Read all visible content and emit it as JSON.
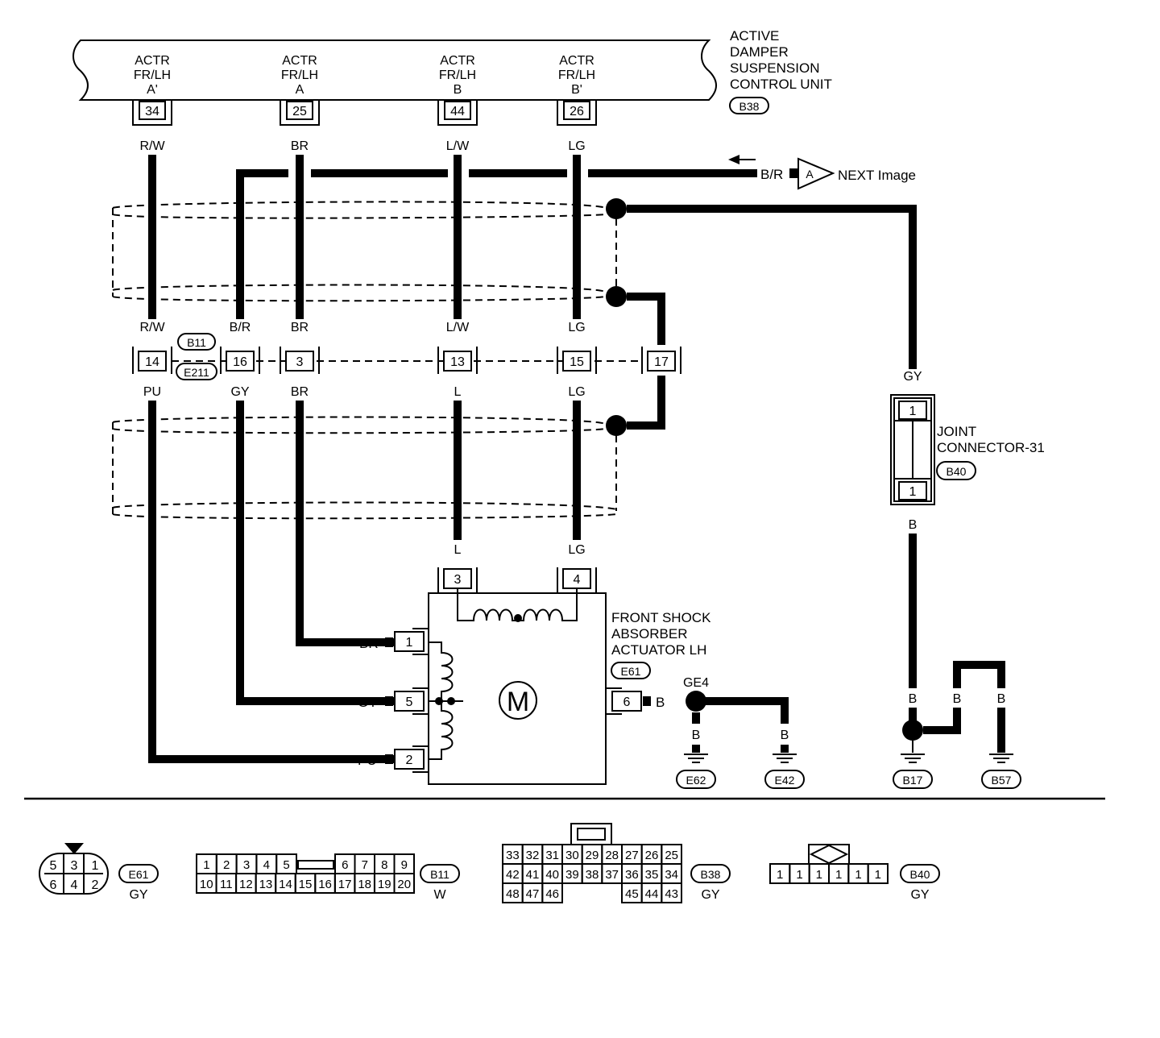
{
  "control_unit": {
    "title_lines": [
      "ACTIVE",
      "DAMPER",
      "SUSPENSION",
      "CONTROL UNIT"
    ],
    "connector": "B38",
    "terminals": [
      {
        "pin": "34",
        "label": [
          "ACTR",
          "FR/LH",
          "A'"
        ],
        "wire": "R/W"
      },
      {
        "pin": "25",
        "label": [
          "ACTR",
          "FR/LH",
          "A"
        ],
        "wire": "BR"
      },
      {
        "pin": "44",
        "label": [
          "ACTR",
          "FR/LH",
          "B"
        ],
        "wire": "L/W"
      },
      {
        "pin": "26",
        "label": [
          "ACTR",
          "FR/LH",
          "B'"
        ],
        "wire": "LG"
      }
    ]
  },
  "next": {
    "wire": "B/R",
    "tag": "A",
    "text": "NEXT Image"
  },
  "joint": {
    "upper_wire": "GY",
    "pin_top": "1",
    "pin_bottom": "1",
    "name_lines": [
      "JOINT",
      "CONNECTOR-31"
    ],
    "connector": "B40",
    "lower_wire": "B"
  },
  "harness_connector": {
    "connector_top": "B11",
    "connector_bottom": "E211",
    "pins": [
      "14",
      "16",
      "3",
      "13",
      "15",
      "17"
    ],
    "wires_above": [
      "R/W",
      "B/R",
      "BR",
      "L/W",
      "LG"
    ],
    "wires_below": [
      "PU",
      "GY",
      "BR",
      "L",
      "LG"
    ]
  },
  "actuator": {
    "name_lines": [
      "FRONT SHOCK",
      "ABSORBER",
      "ACTUATOR LH"
    ],
    "connector": "E61",
    "motor": "M",
    "top_pins": [
      {
        "pin": "3",
        "wire": "L"
      },
      {
        "pin": "4",
        "wire": "LG"
      }
    ],
    "left_pins": [
      {
        "pin": "1",
        "wire": "BR"
      },
      {
        "pin": "5",
        "wire": "GY"
      },
      {
        "pin": "2",
        "wire": "PU"
      }
    ],
    "right_pin": {
      "pin": "6",
      "wire": "B"
    }
  },
  "grounds": {
    "splice": "GE4",
    "wire": "B",
    "points": [
      "E62",
      "E42",
      "B17",
      "B57"
    ]
  },
  "connector_views": [
    {
      "id": "E61",
      "color": "GY",
      "rows": [
        [
          "5",
          "3",
          "1"
        ],
        [
          "6",
          "4",
          "2"
        ]
      ]
    },
    {
      "id": "B11",
      "color": "W",
      "rows": [
        [
          "1",
          "2",
          "3",
          "4",
          "5",
          "6",
          "7",
          "8",
          "9"
        ],
        [
          "10",
          "11",
          "12",
          "13",
          "14",
          "15",
          "16",
          "17",
          "18",
          "19",
          "20"
        ]
      ]
    },
    {
      "id": "B38",
      "color": "GY",
      "rows": [
        [
          "33",
          "32",
          "31",
          "30",
          "29",
          "28",
          "27",
          "26",
          "25"
        ],
        [
          "42",
          "41",
          "40",
          "39",
          "38",
          "37",
          "36",
          "35",
          "34"
        ],
        [
          "48",
          "47",
          "46",
          "45",
          "44",
          "43"
        ]
      ]
    },
    {
      "id": "B40",
      "color": "GY",
      "rows": [
        [
          "1",
          "1",
          "1",
          "1",
          "1",
          "1"
        ]
      ]
    }
  ]
}
